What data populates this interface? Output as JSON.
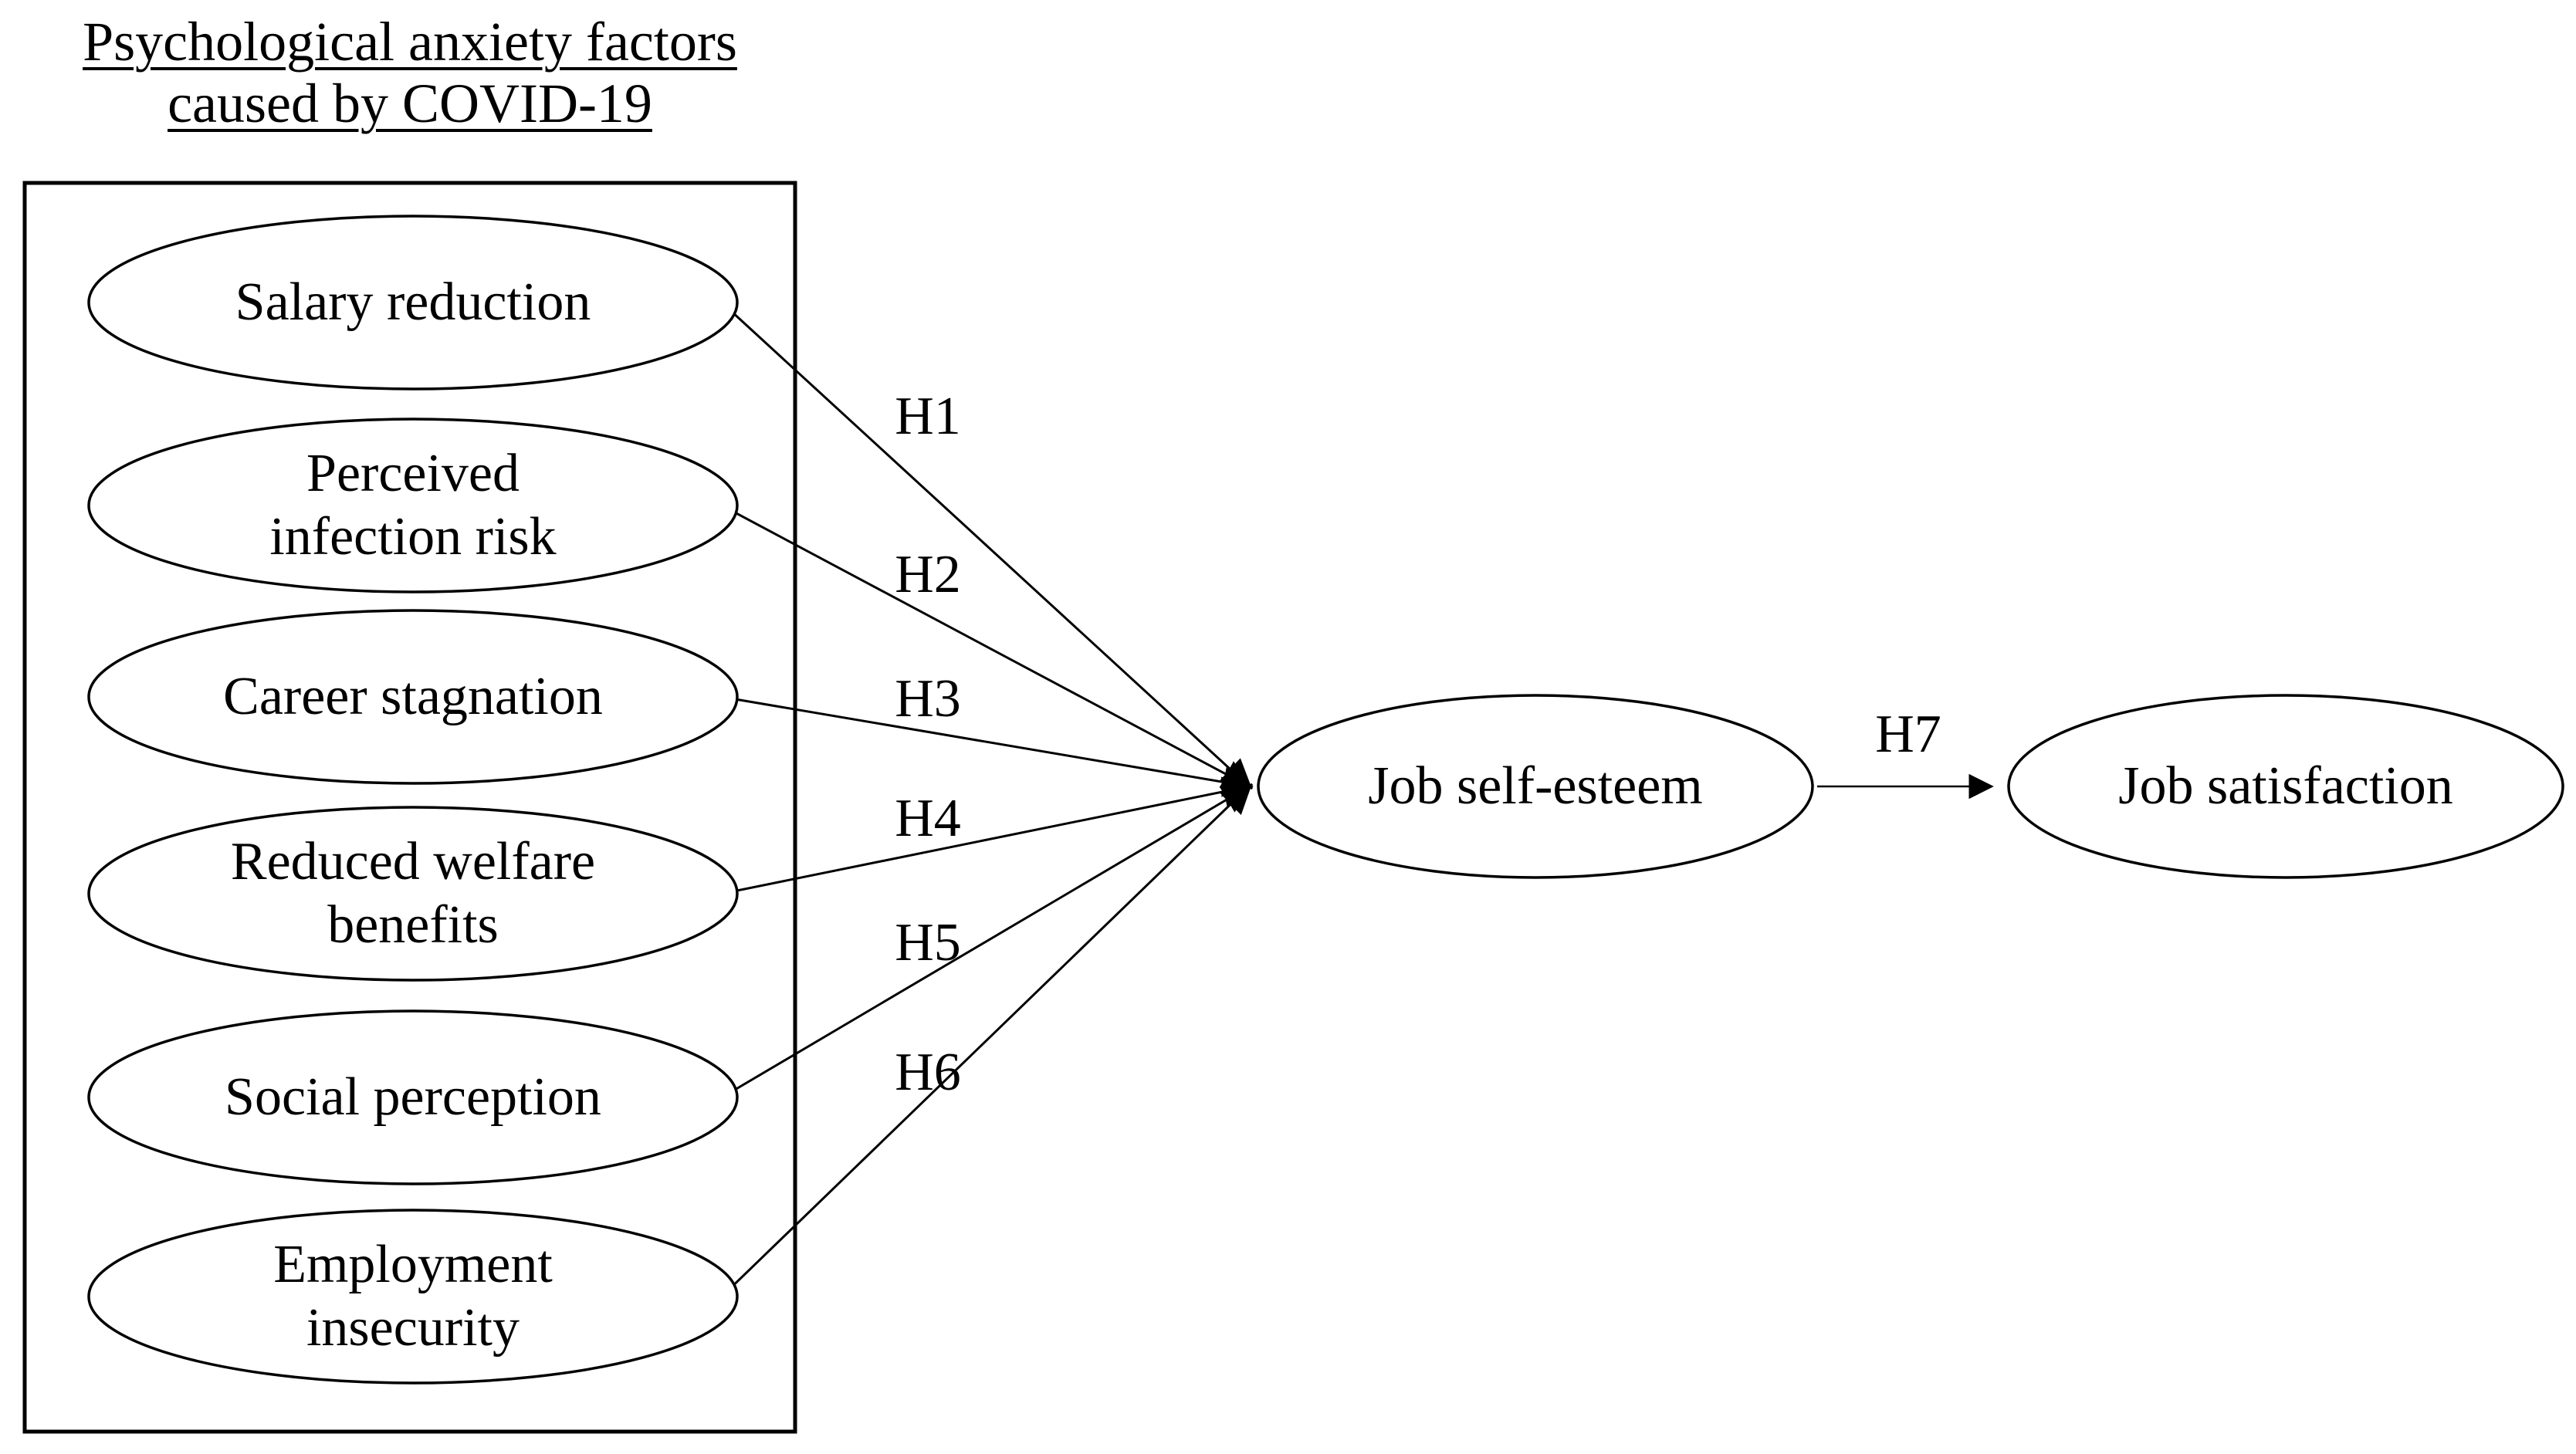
{
  "title": {
    "line1": "Psychological anxiety factors",
    "line2": "caused by COVID-19"
  },
  "factors": [
    {
      "lines": [
        "Salary reduction"
      ]
    },
    {
      "lines": [
        "Perceived",
        "infection risk"
      ]
    },
    {
      "lines": [
        "Career stagnation"
      ]
    },
    {
      "lines": [
        "Reduced welfare",
        "benefits"
      ]
    },
    {
      "lines": [
        "Social perception"
      ]
    },
    {
      "lines": [
        "Employment",
        "insecurity"
      ]
    }
  ],
  "mediator": {
    "label": "Job self-esteem"
  },
  "outcome": {
    "label": "Job satisfaction"
  },
  "hypotheses": {
    "h1": "H1",
    "h2": "H2",
    "h3": "H3",
    "h4": "H4",
    "h5": "H5",
    "h6": "H6",
    "h7": "H7"
  },
  "colors": {
    "stroke": "#000000",
    "text": "#000000",
    "background": "#ffffff"
  }
}
